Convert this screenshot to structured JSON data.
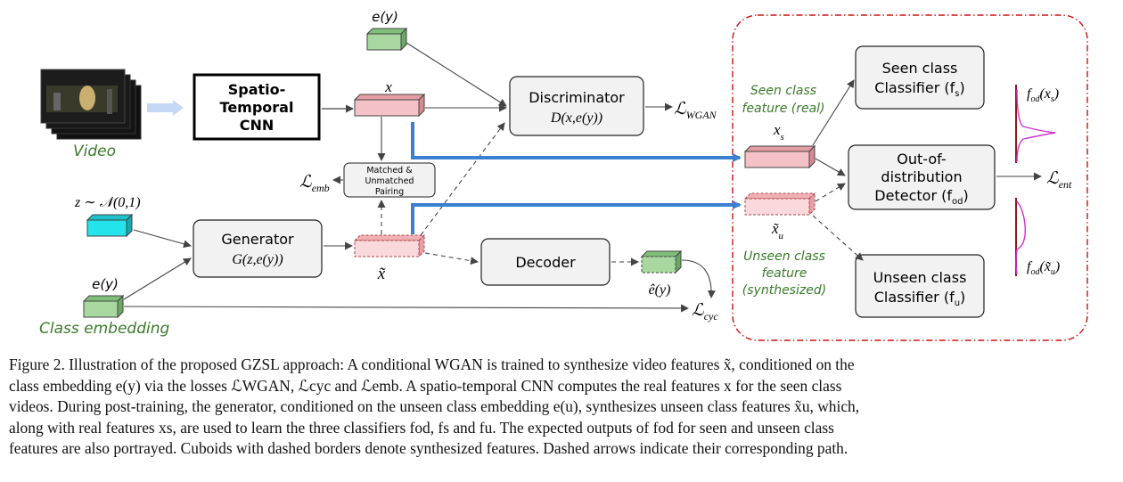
{
  "diagram": {
    "video_label": "Video",
    "cnn_label": [
      "Spatio-",
      "Temporal",
      "CNN"
    ],
    "x_label": "x",
    "e_y_top": "e(y)",
    "discriminator_title": "Discriminator",
    "discriminator_func": "D(x,e(y))",
    "l_wgan": "ℒ",
    "l_wgan_sub": "WGAN",
    "matched_label": [
      "Matched &",
      "Unmatched",
      "Pairing"
    ],
    "l_emb": "ℒ",
    "l_emb_sub": "emb",
    "z_label": "z ∼ 𝒩(0,1)",
    "generator_title": "Generator",
    "generator_func": "G(z,e(y))",
    "x_tilde": "x̃",
    "decoder_title": "Decoder",
    "e_hat_y": "ê(y)",
    "e_y_bottom": "e(y)",
    "class_embedding": "Class embedding",
    "l_cyc": "ℒ",
    "l_cyc_sub": "cyc",
    "seen_feature_label": [
      "Seen class",
      "feature (real)"
    ],
    "xs_label": "x",
    "xs_sub": "s",
    "xu_label": "x̃",
    "xu_sub": "u",
    "unseen_feature_label": [
      "Unseen class",
      "feature",
      "(synthesized)"
    ],
    "seen_classifier": [
      "Seen class",
      "Classifier (f",
      "s",
      ")"
    ],
    "ood_detector": [
      "Out-of-",
      "distribution",
      "Detector (f",
      "od",
      ")"
    ],
    "unseen_classifier": [
      "Unseen class",
      "Classifier (f",
      "u",
      ")"
    ],
    "l_ent": "ℒ",
    "l_ent_sub": "ent",
    "fod_xs": [
      "f",
      "od",
      "(x",
      "s",
      ")"
    ],
    "fod_xu": [
      "f",
      "od",
      "(x̃",
      "u",
      ")"
    ],
    "colors": {
      "feature_real": "#f4c2c6",
      "embedding": "#a8d8a0",
      "noise": "#22e4ea",
      "blue_arrow": "#3b7fd0",
      "frame": "#cc1111",
      "curve": "#8b1a1a",
      "distribution": "#cc33cc",
      "label_green": "#3a7a2a"
    }
  },
  "caption": [
    "Figure 2. Illustration of the proposed GZSL approach: A conditional WGAN is trained to synthesize video features x̃, conditioned on the",
    "class embedding e(y) via the losses ℒWGAN, ℒcyc and ℒemb. A spatio-temporal CNN computes the real features x for the seen class",
    "videos. During post-training, the generator, conditioned on the unseen class embedding e(u), synthesizes unseen class features x̃u, which,",
    "along with real features xs, are used to learn the three classifiers fod, fs and fu. The expected outputs of fod for seen and unseen class",
    "features are also portrayed. Cuboids with dashed borders denote synthesized features. Dashed arrows indicate their corresponding path."
  ]
}
